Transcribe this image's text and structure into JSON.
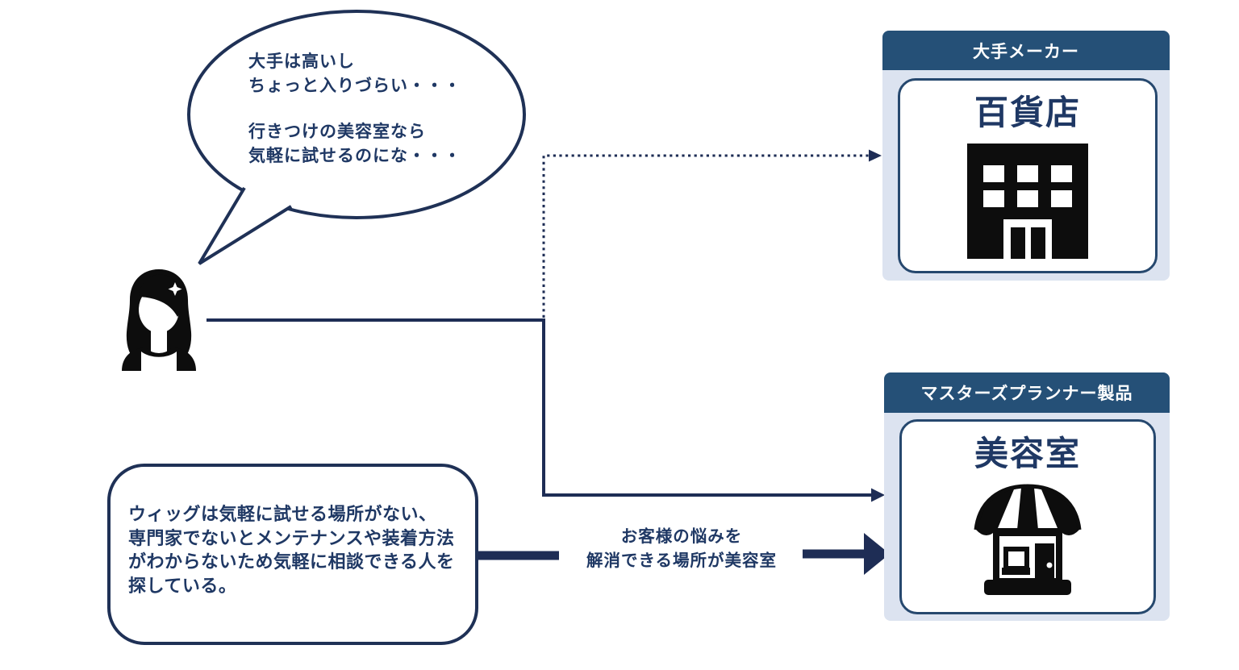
{
  "colors": {
    "navy_line": "#1e2d55",
    "navy_text": "#1f3864",
    "header_bg": "#255077",
    "card_bg": "#dce3f0",
    "inner_border": "#26486e",
    "icon_black": "#0d0d0d"
  },
  "speech_bubble": {
    "line1": "大手は高いし",
    "line2": "ちょっと入りづらい・・・",
    "line3": "行きつけの美容室なら",
    "line4": "気軽に試せるのにな・・・"
  },
  "persona": {
    "icon": "woman-avatar-icon"
  },
  "problem_box": {
    "line1": "ウィッグは気軽に試せる場所がない、",
    "line2": "専門家でないとメンテナンスや装着方法",
    "line3": "がわからないため気軽に相談できる人を",
    "line4": "探している。"
  },
  "solution_label": {
    "line1": "お客様の悩みを",
    "line2": "解消できる場所が美容室"
  },
  "cards": {
    "department_store": {
      "header": "大手メーカー",
      "title": "百貨店",
      "icon": "building-icon"
    },
    "beauty_salon": {
      "header": "マスターズプランナー製品",
      "title": "美容室",
      "icon": "storefront-icon"
    }
  }
}
